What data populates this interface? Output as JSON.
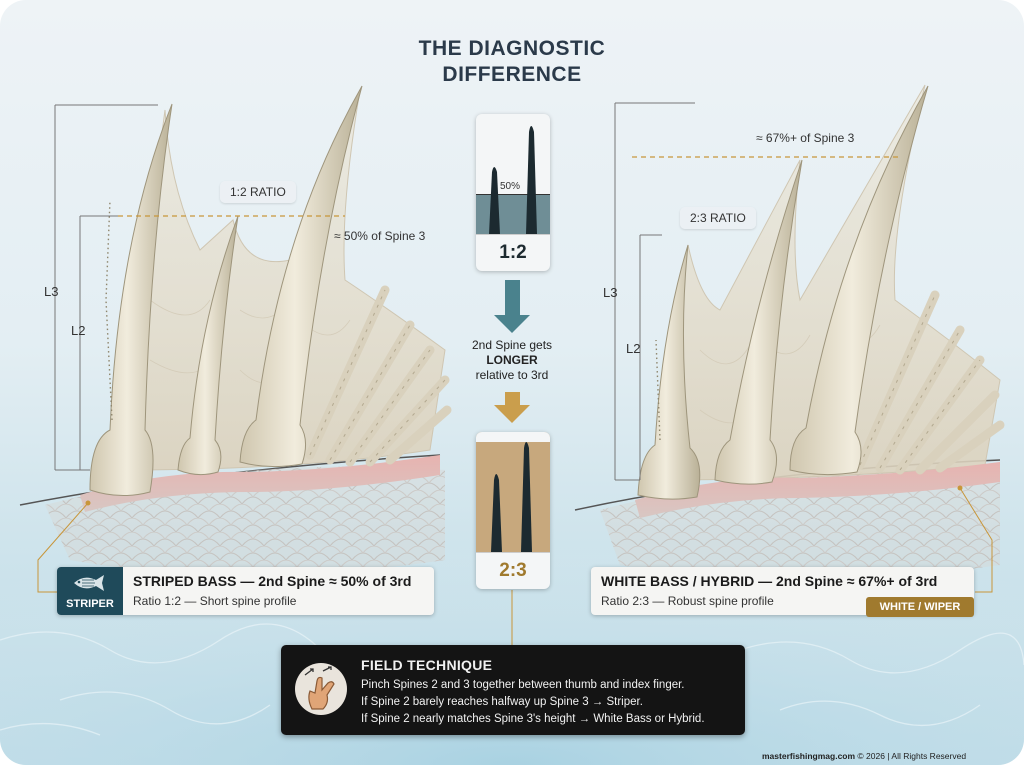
{
  "title_line1": "THE DIAGNOSTIC",
  "title_line2": "DIFFERENCE",
  "left_panel": {
    "ratio_label": "1:2 RATIO",
    "pct_note": "≈ 50% of Spine 3",
    "l3": "L3",
    "l2": "L2",
    "spine2_fraction": 0.5
  },
  "right_panel": {
    "ratio_label": "2:3 RATIO",
    "pct_note": "≈ 67%+ of Spine 3",
    "l3": "L3",
    "l2": "L2",
    "spine2_fraction": 0.67
  },
  "center": {
    "top_card_pct": "50%",
    "top_card_ratio": "1:2",
    "mid_line1": "2nd Spine gets",
    "mid_line2": "LONGER",
    "mid_line3": "relative to 3rd",
    "bottom_card_ratio": "2:3"
  },
  "striper_card": {
    "badge": "STRIPER",
    "headline": "STRIPED BASS — 2nd Spine ≈ 50% of 3rd",
    "sub": "Ratio 1:2 — Short spine profile"
  },
  "white_card": {
    "headline": "WHITE BASS / HYBRID — 2nd Spine ≈ 67%+ of 3rd",
    "sub": "Ratio 2:3 — Robust spine profile",
    "badge": "WHITE / WIPER"
  },
  "technique": {
    "title": "FIELD TECHNIQUE",
    "line1": "Pinch Spines 2 and 3 together between thumb and index finger.",
    "line2": "If Spine 2 barely reaches halfway up Spine 3 → Striper.",
    "line3": "If Spine 2 nearly matches Spine 3's height → White Bass or Hybrid."
  },
  "footer": {
    "site": "masterfishingmag.com",
    "rest": " © 2026 | All Rights Reserved"
  },
  "colors": {
    "striper_teal": "#1f4a5a",
    "white_gold": "#a07a2e",
    "arrow_teal": "#2f6f7a",
    "arrow_gold": "#c8963a",
    "card_dark": "#141414"
  }
}
